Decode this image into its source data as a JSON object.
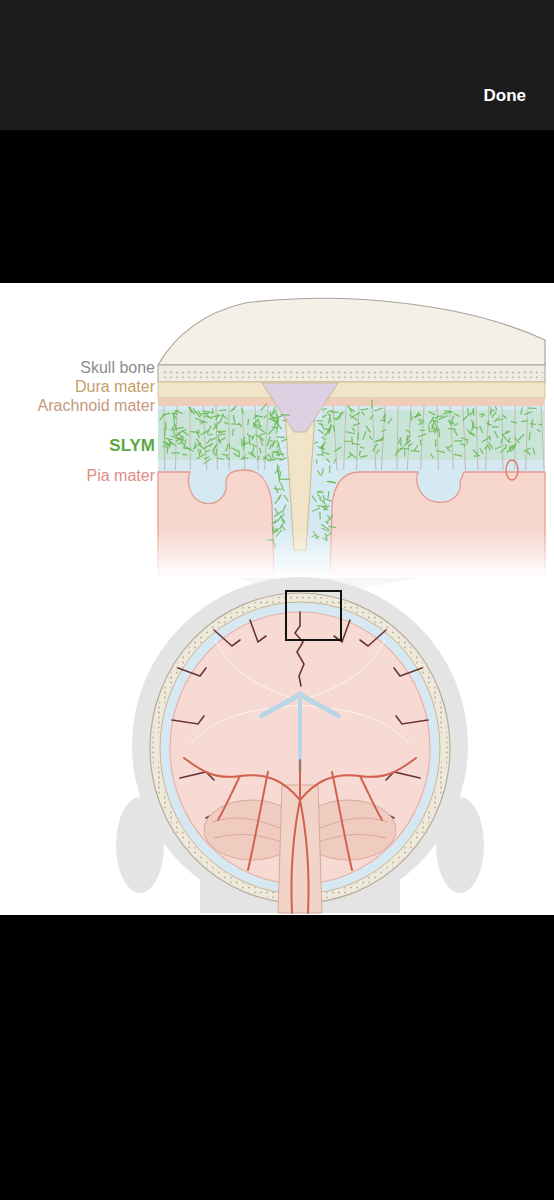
{
  "diagram": {
    "labels": [
      "Done",
      "Skull bone",
      "Dura mater",
      "Arachnoid mater",
      "SLYM",
      "Pia mater"
    ]
  }
}
